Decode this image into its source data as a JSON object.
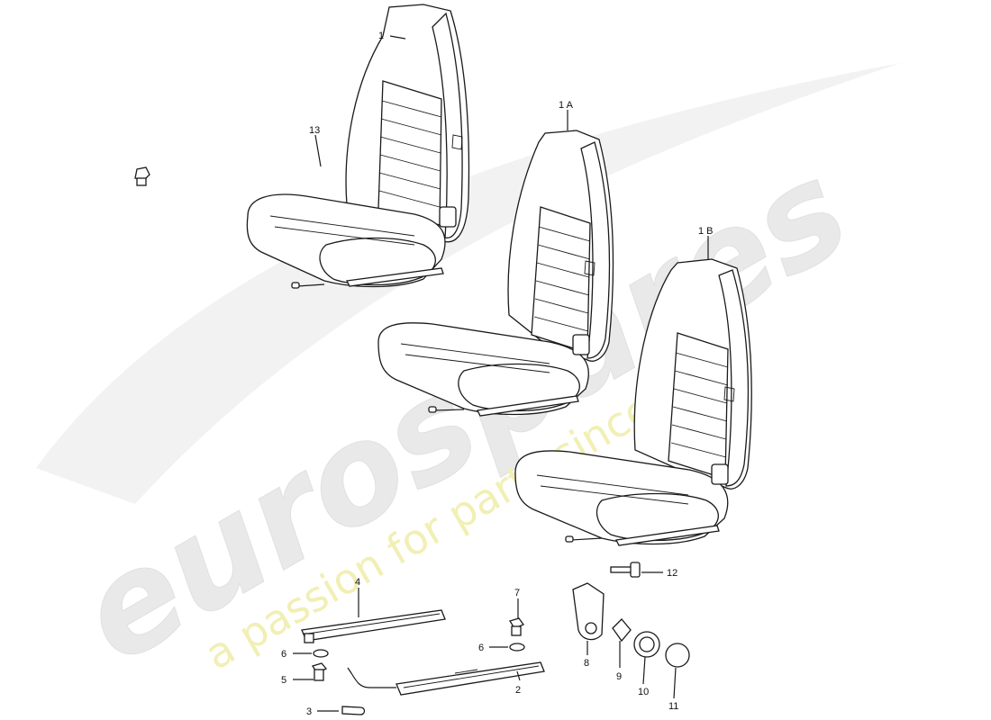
{
  "watermark": {
    "brand": "eurospares",
    "tagline": "a passion for parts since 1985",
    "brand_color": "#e9e9e9",
    "tagline_color": "#f1efb4"
  },
  "callouts": {
    "seat_1": "1",
    "seat_1a": "1 A",
    "seat_1b": "1 B",
    "rail_2": "2",
    "plug_3": "3",
    "rail_4": "4",
    "bolt_5": "5",
    "washer_6a": "6",
    "washer_6b": "6",
    "bolt_7": "7",
    "cover_8": "8",
    "clip_9": "9",
    "knob_10": "10",
    "cap_11": "11",
    "screw_12": "12",
    "bolt_13": "13"
  }
}
